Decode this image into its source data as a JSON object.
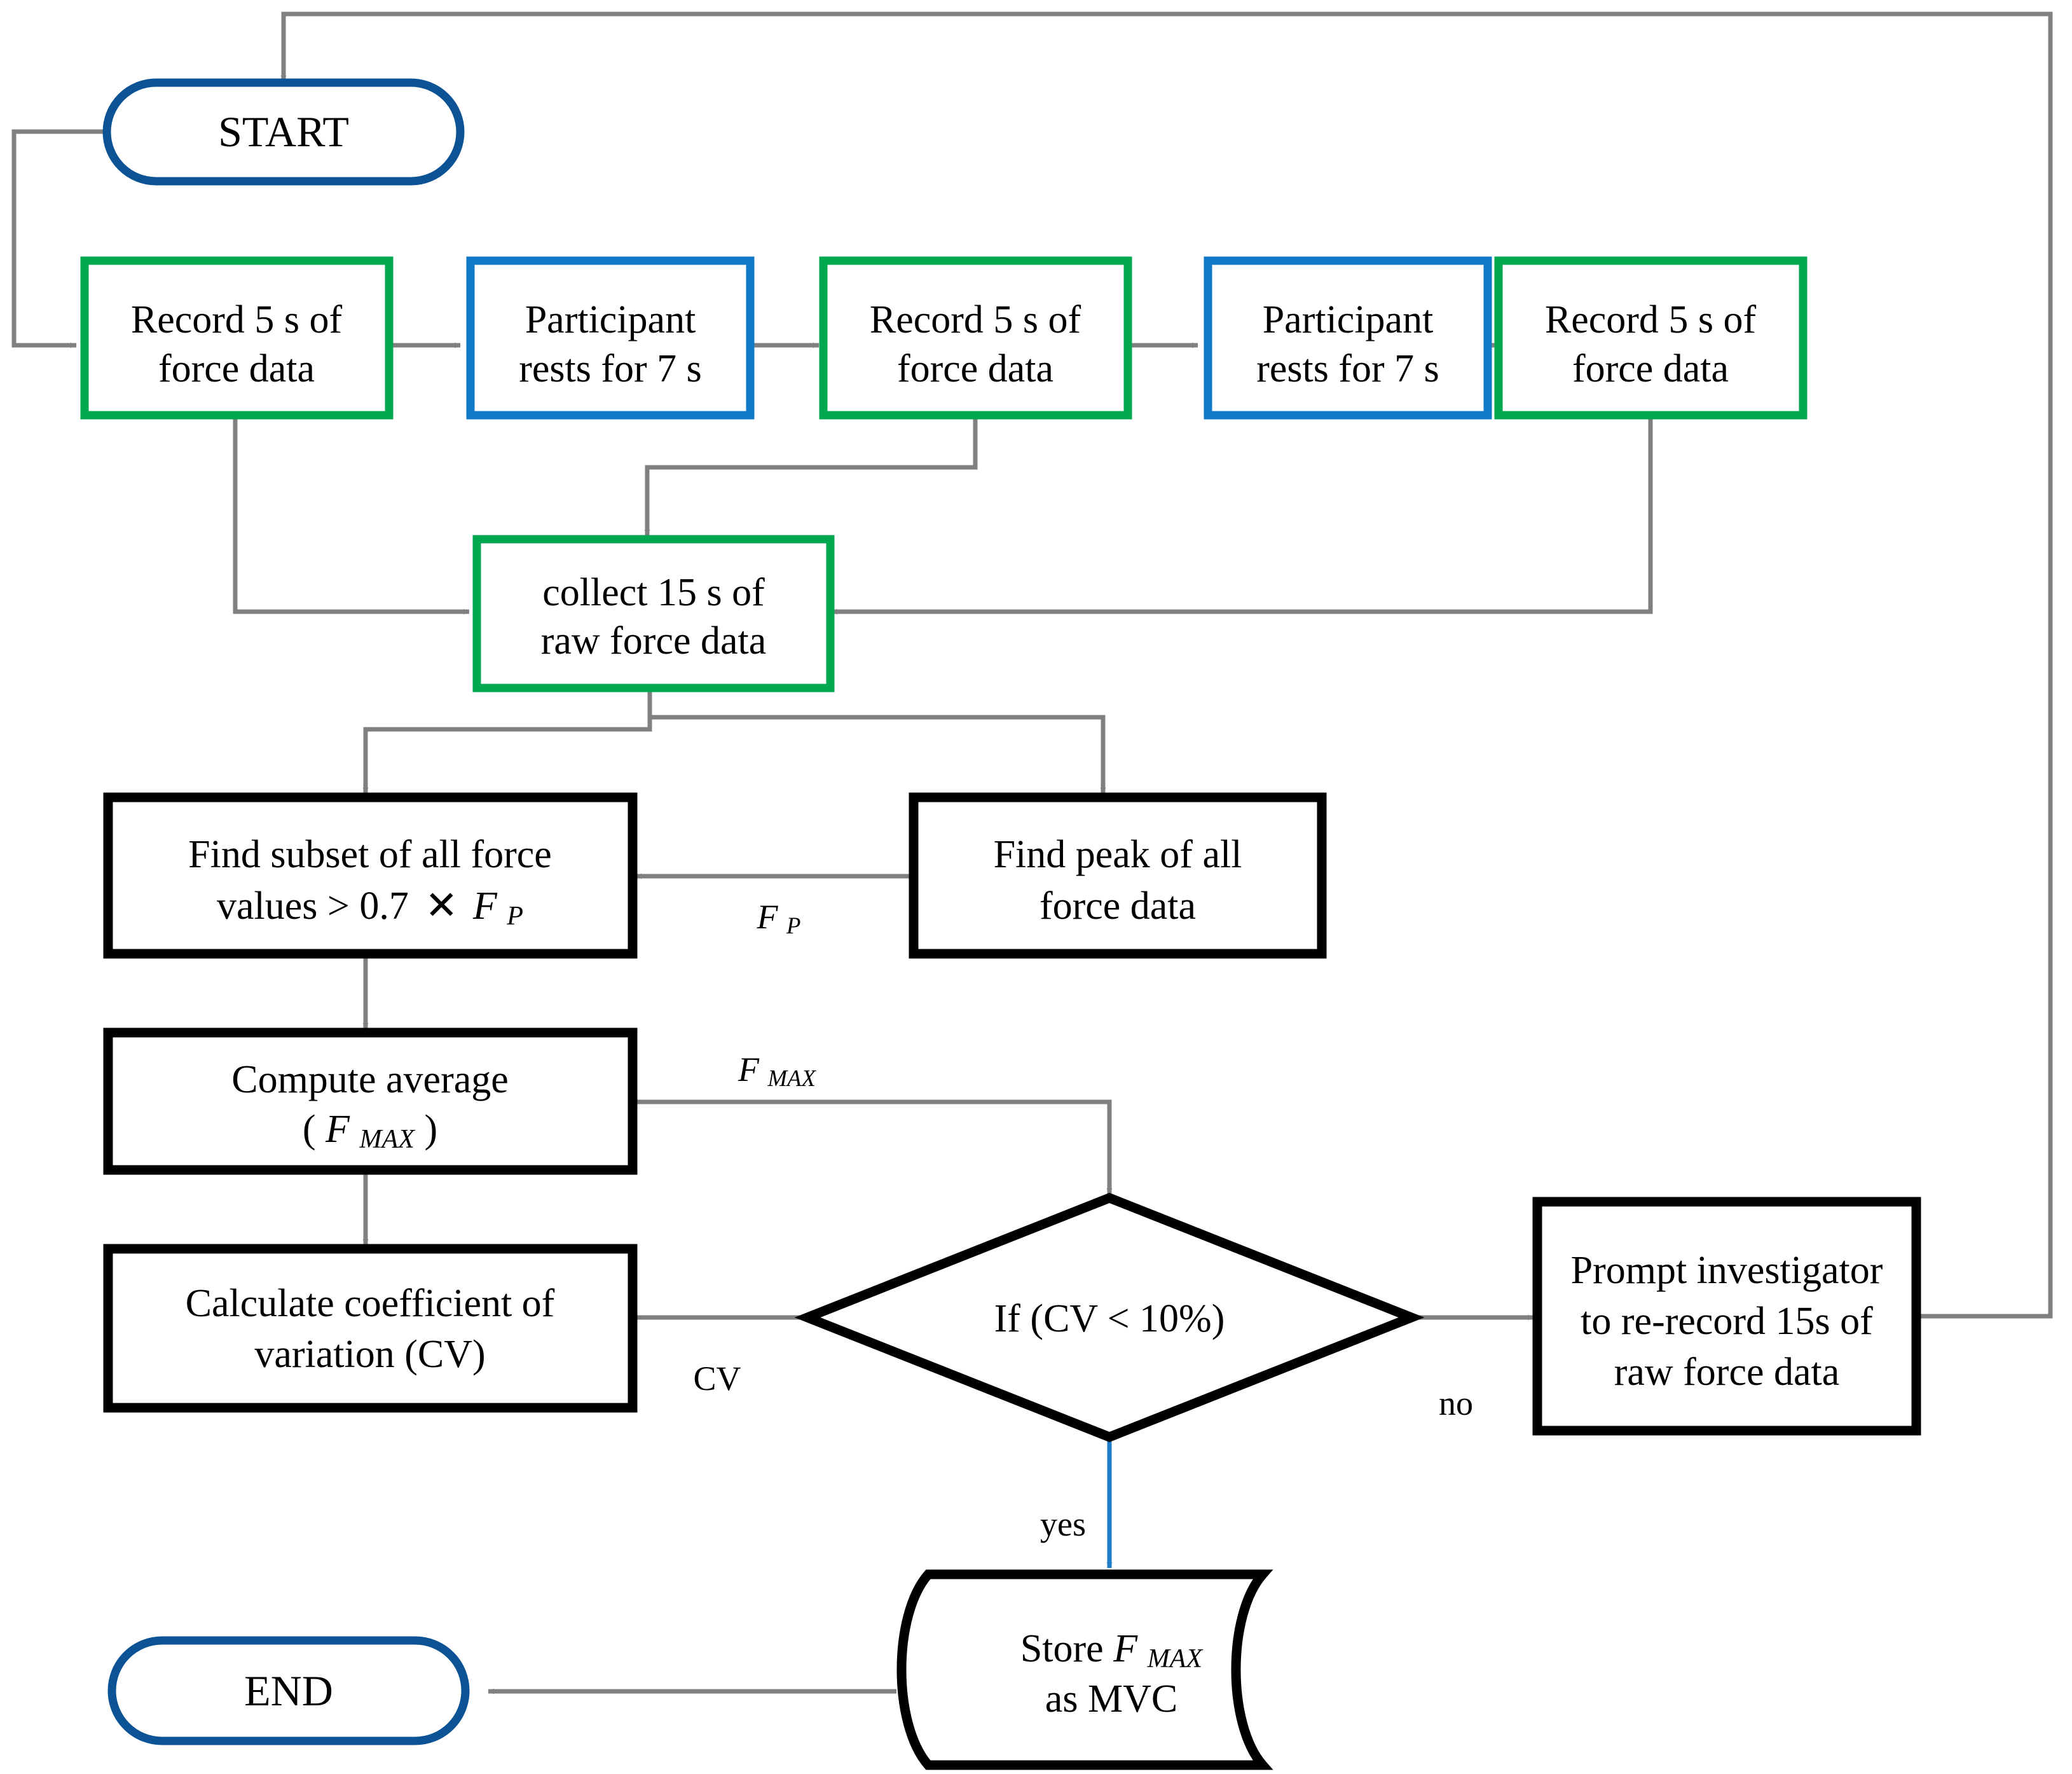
{
  "diagram": {
    "title": "MVC force-recording protocol flowchart",
    "colors": {
      "terminator_blue": "#0B5394",
      "process_green": "#00A94F",
      "rest_blue": "#0F79C8",
      "process_black": "#000000",
      "connector_gray": "#808080",
      "yes_arrow_blue": "#1F7CC8",
      "background": "#FFFFFF"
    }
  },
  "nodes": {
    "start": {
      "label": "START",
      "shape": "terminator-capsule",
      "border": "#0B5394"
    },
    "record1": {
      "line1": "Record 5 s of",
      "line2": "force data",
      "shape": "process",
      "border": "#00A94F"
    },
    "rest1": {
      "line1": "Participant",
      "line2": "rests for 7 s",
      "shape": "process",
      "border": "#0F79C8"
    },
    "record2": {
      "line1": "Record 5 s of",
      "line2": "force data",
      "shape": "process",
      "border": "#00A94F"
    },
    "rest2": {
      "line1": "Participant",
      "line2": "rests for 7 s",
      "shape": "process",
      "border": "#0F79C8"
    },
    "record3": {
      "line1": "Record 5 s of",
      "line2": "force data",
      "shape": "process",
      "border": "#00A94F"
    },
    "collect": {
      "line1": "collect 15 s of",
      "line2": "raw force data",
      "shape": "process",
      "border": "#00A94F"
    },
    "subset": {
      "line1": "Find subset of all force",
      "line2_pre": "values > 0.7",
      "line2_times": "✕",
      "line2_var": "F",
      "line2_sub": "P",
      "shape": "process",
      "border": "#000000"
    },
    "peak": {
      "line1": "Find peak of all",
      "line2": "force data",
      "shape": "process",
      "border": "#000000"
    },
    "average": {
      "line1": "Compute average",
      "line2_pre": "(",
      "line2_var": "F",
      "line2_sub": "MAX",
      "line2_post": ")",
      "shape": "process",
      "border": "#000000"
    },
    "cv": {
      "line1": "Calculate coefficient of",
      "line2": "variation (CV)",
      "shape": "process",
      "border": "#000000"
    },
    "decision": {
      "label": "If (CV < 10%)",
      "shape": "decision",
      "border": "#000000"
    },
    "prompt": {
      "line1": "Prompt investigator",
      "line2": "to re-record 15s of",
      "line3": "raw force data",
      "shape": "process",
      "border": "#000000"
    },
    "store": {
      "line1_pre": "Store ",
      "line1_var": "F",
      "line1_sub": "MAX",
      "line2": "as MVC",
      "shape": "stored-data",
      "border": "#000000"
    },
    "end": {
      "label": "END",
      "shape": "terminator-capsule",
      "border": "#0B5394"
    }
  },
  "edge_labels": {
    "fp": {
      "var": "F",
      "sub": "P"
    },
    "fmax": {
      "var": "F",
      "sub": "MAX"
    },
    "cv": "CV",
    "no": "no",
    "yes": "yes"
  }
}
